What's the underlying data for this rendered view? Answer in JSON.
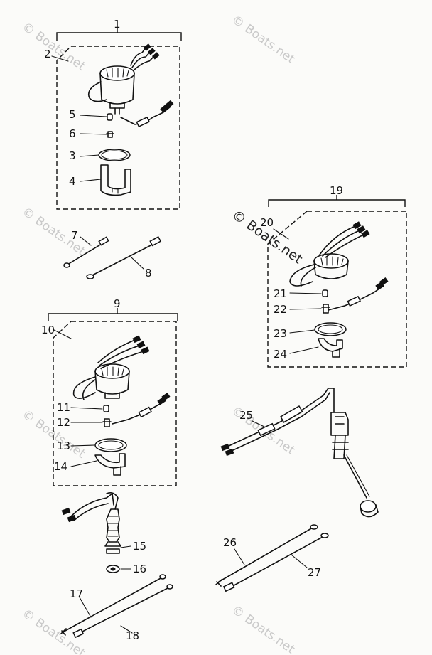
{
  "watermark": "© Boats.net",
  "callouts": {
    "p1": "1",
    "p2": "2",
    "p3": "3",
    "p4": "4",
    "p5": "5",
    "p6": "6",
    "p7": "7",
    "p8": "8",
    "p9": "9",
    "p10": "10",
    "p11": "11",
    "p12": "12",
    "p13": "13",
    "p14": "14",
    "p15": "15",
    "p16": "16",
    "p17": "17",
    "p18": "18",
    "p19": "19",
    "p20": "20",
    "p21": "21",
    "p22": "22",
    "p23": "23",
    "p24": "24",
    "p25": "25",
    "p26": "26",
    "p27": "27"
  }
}
